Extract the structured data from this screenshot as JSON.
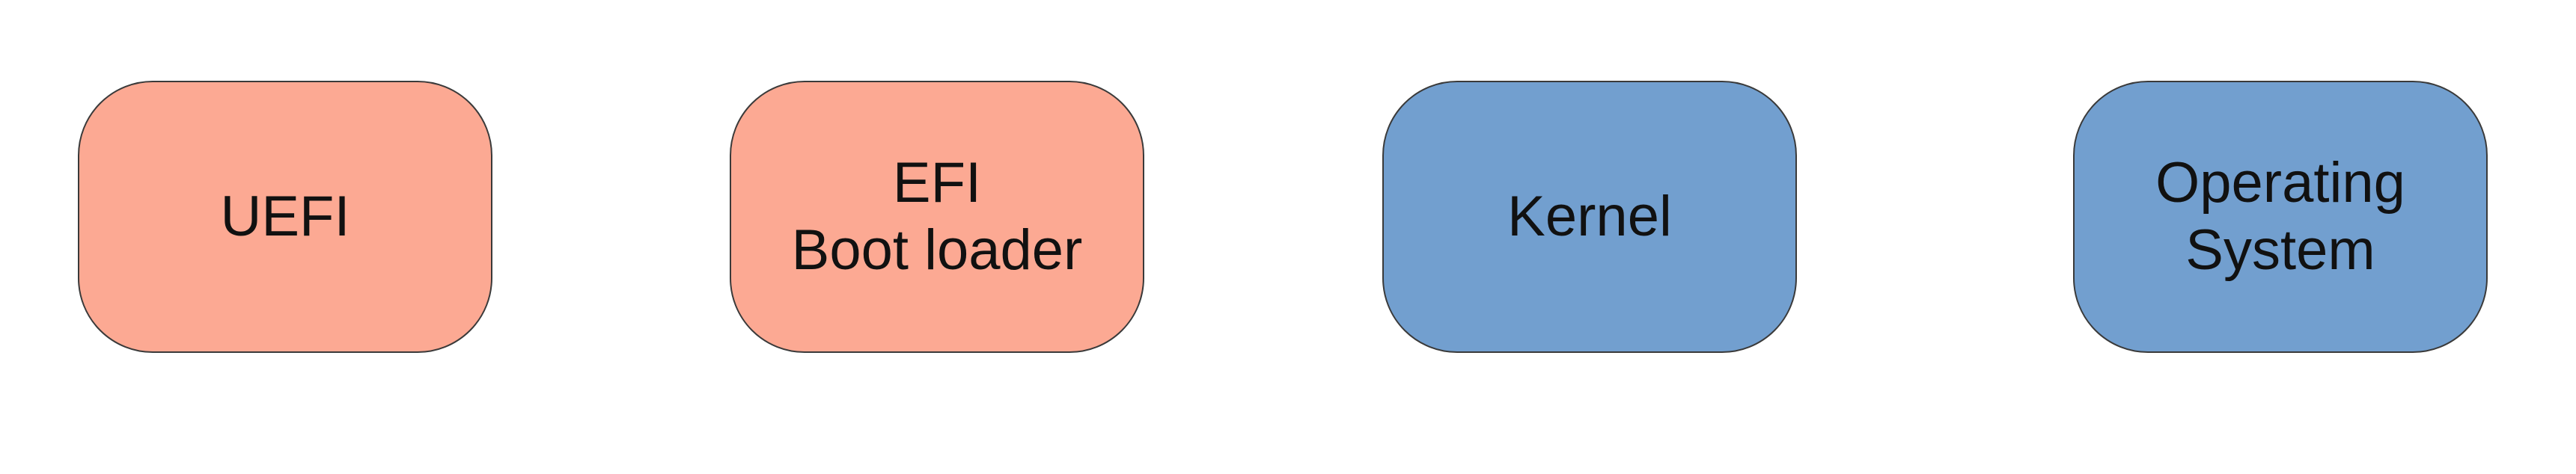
{
  "nodes": [
    {
      "lines": [
        "UEFI"
      ],
      "color": "#FCA993"
    },
    {
      "lines": [
        "EFI",
        "Boot loader"
      ],
      "color": "#FCA993"
    },
    {
      "lines": [
        "Kernel"
      ],
      "color": "#729FCF"
    },
    {
      "lines": [
        "Operating",
        "System"
      ],
      "color": "#729FCF"
    }
  ]
}
